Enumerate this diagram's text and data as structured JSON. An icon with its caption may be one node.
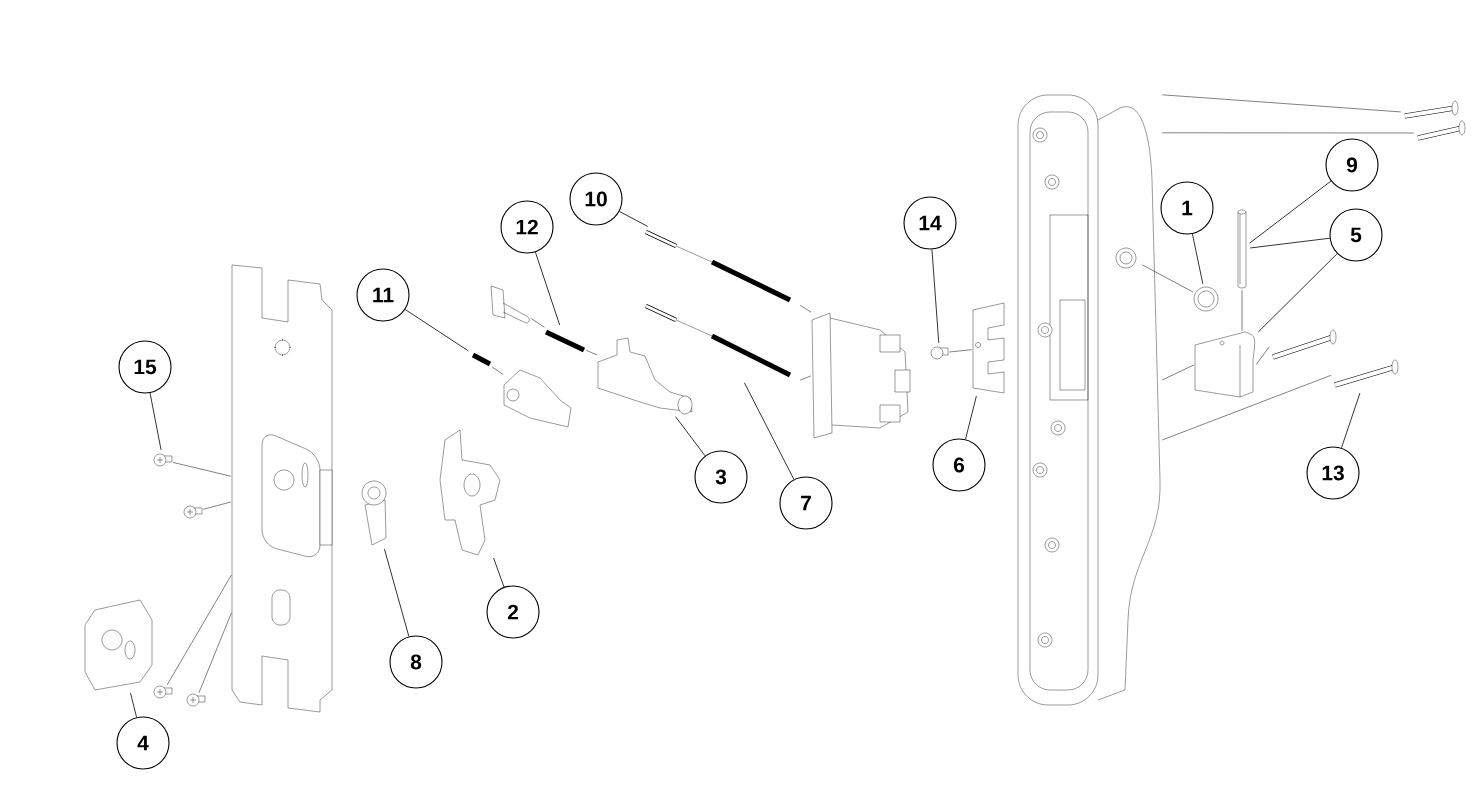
{
  "diagram": {
    "nodes": [
      {
        "text": [
          "9"
        ]
      },
      {
        "text": [
          "10"
        ]
      },
      {
        "text": [
          "1"
        ]
      },
      {
        "text": [
          "14"
        ]
      },
      {
        "text": [
          "12"
        ]
      },
      {
        "text": [
          "5"
        ]
      },
      {
        "text": [
          "11"
        ]
      },
      {
        "text": [
          "15"
        ]
      },
      {
        "text": [
          "6"
        ]
      },
      {
        "text": [
          "13"
        ]
      },
      {
        "text": [
          "3"
        ]
      },
      {
        "text": [
          "7"
        ]
      },
      {
        "text": [
          "2"
        ]
      },
      {
        "text": [
          "8"
        ]
      },
      {
        "text": [
          "4"
        ]
      },
      {
        "text": [],
        "shape": "picture"
      },
      {
        "text": [],
        "shape": "picture"
      },
      {
        "text": [],
        "shape": "picture"
      },
      {
        "text": [],
        "shape": "picture"
      },
      {
        "text": [],
        "shape": "picture"
      },
      {
        "text": [],
        "shape": "picture"
      },
      {
        "text": [],
        "shape": "picture"
      },
      {
        "text": [],
        "shape": "picture"
      },
      {
        "text": [],
        "shape": "picture"
      },
      {
        "text": [],
        "shape": "picture"
      },
      {
        "text": [],
        "shape": "picture"
      },
      {
        "text": [],
        "shape": "picture"
      },
      {
        "text": [],
        "shape": "picture"
      },
      {
        "text": [],
        "shape": "picture"
      },
      {
        "text": [],
        "shape": "picture"
      },
      {
        "text": [],
        "shape": "picture"
      },
      {
        "text": [],
        "shape": "picture"
      },
      {
        "text": [],
        "shape": "picture"
      },
      {
        "text": [],
        "shape": "picture"
      },
      {
        "text": [],
        "shape": "picture"
      },
      {
        "text": [],
        "shape": "picture"
      },
      {
        "text": [],
        "shape": "picture"
      },
      {
        "text": [],
        "shape": "picture"
      },
      {
        "text": [],
        "shape": "picture"
      },
      {
        "text": [],
        "shape": "picture"
      },
      {
        "text": [],
        "shape": "picture"
      }
    ],
    "edges": [
      {
        "from": 0,
        "to": 19,
        "arrow": "none"
      },
      {
        "from": 1,
        "to": 24,
        "arrow": "none"
      },
      {
        "from": 2,
        "to": 18,
        "arrow": "none"
      },
      {
        "from": 3,
        "to": 27,
        "arrow": "none"
      },
      {
        "from": 4,
        "to": 32,
        "arrow": "none"
      },
      {
        "from": 5,
        "to": 19,
        "arrow": "none"
      },
      {
        "from": 5,
        "to": 20,
        "arrow": "none"
      },
      {
        "from": 6,
        "to": 30,
        "arrow": "none"
      },
      {
        "from": 7,
        "to": 34,
        "arrow": "none"
      },
      {
        "from": 8,
        "to": 26,
        "arrow": "none"
      },
      {
        "from": 9,
        "to": 22,
        "arrow": "none"
      },
      {
        "from": 10,
        "to": 28,
        "arrow": "none"
      },
      {
        "from": 11,
        "to": 25,
        "arrow": "none"
      },
      {
        "from": 12,
        "to": 39,
        "arrow": "none"
      },
      {
        "from": 13,
        "to": 38,
        "arrow": "none"
      },
      {
        "from": 14,
        "to": 40,
        "arrow": "none"
      },
      {
        "from": 15,
        "to": 16,
        "arrow": "none"
      },
      {
        "from": 15,
        "to": 17,
        "arrow": "none"
      },
      {
        "from": 15,
        "to": 18,
        "arrow": "none"
      },
      {
        "from": 15,
        "to": 20,
        "arrow": "none"
      },
      {
        "from": 15,
        "to": 22,
        "arrow": "none"
      },
      {
        "from": 19,
        "to": 20,
        "arrow": "none"
      },
      {
        "from": 20,
        "to": 21,
        "arrow": "none"
      },
      {
        "from": 24,
        "to": 23,
        "arrow": "none"
      },
      {
        "from": 25,
        "to": 23,
        "arrow": "none"
      },
      {
        "from": 27,
        "to": 26,
        "arrow": "none"
      },
      {
        "from": 31,
        "to": 32,
        "arrow": "none"
      },
      {
        "from": 32,
        "to": 28,
        "arrow": "none"
      },
      {
        "from": 30,
        "to": 29,
        "arrow": "none"
      },
      {
        "from": 34,
        "to": 33,
        "arrow": "none"
      },
      {
        "from": 35,
        "to": 33,
        "arrow": "none"
      },
      {
        "from": 36,
        "to": 33,
        "arrow": "none"
      },
      {
        "from": 37,
        "to": 33,
        "arrow": "none"
      }
    ]
  }
}
